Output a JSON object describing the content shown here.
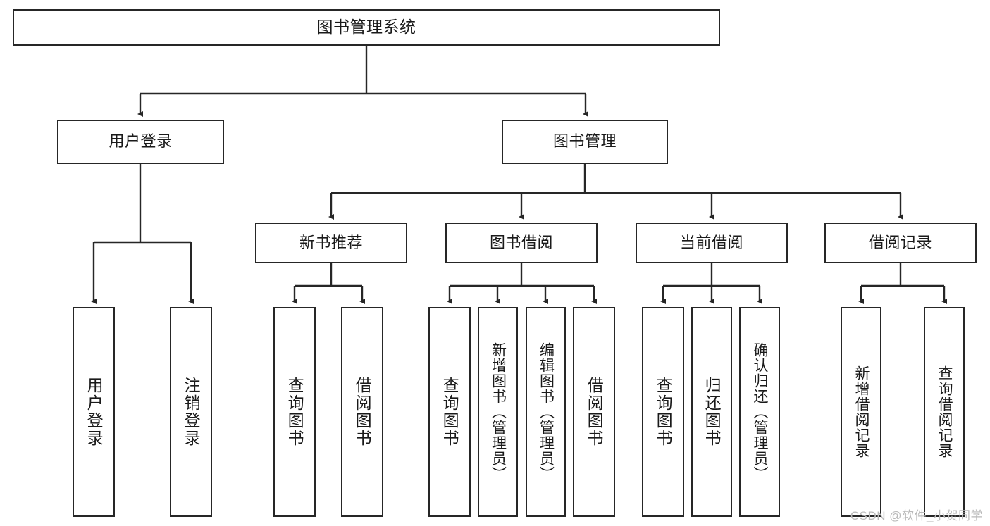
{
  "diagram": {
    "title": "图书管理系统",
    "type": "hierarchy-tree",
    "root": {
      "label": "图书管理系统"
    },
    "level2": [
      {
        "label": "用户登录"
      },
      {
        "label": "图书管理"
      }
    ],
    "level3": [
      {
        "label": "新书推荐"
      },
      {
        "label": "图书借阅"
      },
      {
        "label": "当前借阅"
      },
      {
        "label": "借阅记录"
      }
    ],
    "leaves": {
      "user_login": [
        {
          "label": "用户登录"
        },
        {
          "label": "注销登录"
        }
      ],
      "new_book_recommend": [
        {
          "label": "查询图书"
        },
        {
          "label": "借阅图书"
        }
      ],
      "book_borrow": [
        {
          "label": "查询图书"
        },
        {
          "label": "新增图书（管理员）"
        },
        {
          "label": "编辑图书（管理员）"
        },
        {
          "label": "借阅图书"
        }
      ],
      "current_borrow": [
        {
          "label": "查询图书"
        },
        {
          "label": "归还图书"
        },
        {
          "label": "确认归还（管理员）"
        }
      ],
      "borrow_record": [
        {
          "label": "新增借阅记录"
        },
        {
          "label": "查询借阅记录"
        }
      ]
    }
  },
  "watermark": {
    "text": "CSDN @软件_小贺同学"
  },
  "colors": {
    "stroke": "#262626",
    "text": "#1a1a1a",
    "background": "#ffffff",
    "watermark": "#b9b9b9"
  }
}
